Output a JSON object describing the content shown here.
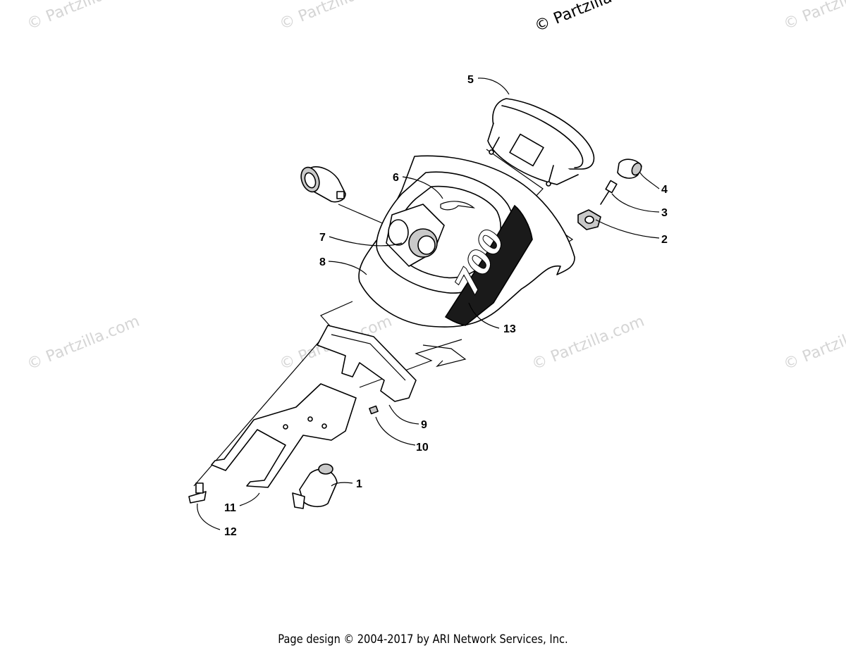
{
  "watermark": {
    "text": "© Partzilla.com",
    "top_corner_text": "© Partzilla"
  },
  "decal_text": "700",
  "callouts": [
    {
      "id": "1",
      "label": "1"
    },
    {
      "id": "2",
      "label": "2"
    },
    {
      "id": "3",
      "label": "3"
    },
    {
      "id": "4",
      "label": "4"
    },
    {
      "id": "5",
      "label": "5"
    },
    {
      "id": "6",
      "label": "6"
    },
    {
      "id": "7",
      "label": "7"
    },
    {
      "id": "8",
      "label": "8"
    },
    {
      "id": "9",
      "label": "9"
    },
    {
      "id": "10",
      "label": "10"
    },
    {
      "id": "11",
      "label": "11"
    },
    {
      "id": "12",
      "label": "12"
    },
    {
      "id": "13",
      "label": "13"
    }
  ],
  "footer": {
    "text": "Page design © 2004-2017 by ARI Network Services, Inc."
  }
}
